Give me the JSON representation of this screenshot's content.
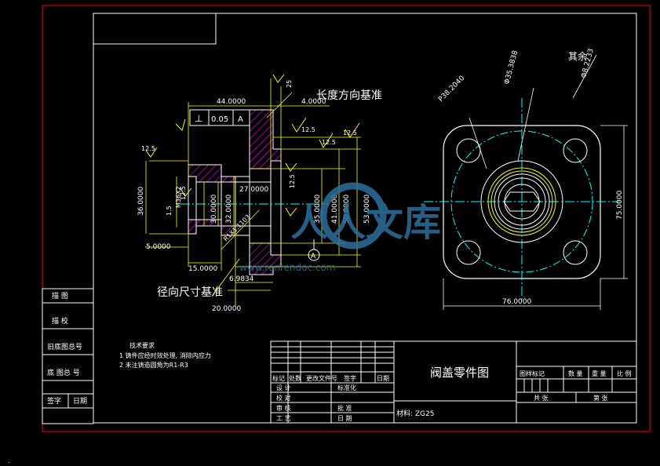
{
  "colors": {
    "background": "#000000",
    "border_red": "#ff0000",
    "line_white": "#ffffff",
    "dim_yellow": "#ffff00",
    "center_cyan": "#00ffff",
    "hatch_magenta": "#ff00ff",
    "green": "#00ff00",
    "watermark_blue": "#2d6f9e"
  },
  "title_block": {
    "part_name": "阀盖零件图",
    "material": "材料: ZG25",
    "revision_header": [
      "标记",
      "处数",
      "更改文件号",
      "签字",
      "日期"
    ],
    "rows": [
      {
        "left": "设 计",
        "mid": "标准化"
      },
      {
        "left": "校 对",
        "mid": ""
      },
      {
        "left": "审 核",
        "mid": "批 准"
      },
      {
        "left": "工 艺",
        "mid": "日 期"
      }
    ],
    "stage_header": [
      "图样标记",
      "数 量",
      "重 量",
      "比 例"
    ],
    "sheet": [
      "共  张",
      "第  张"
    ]
  },
  "left_strip": {
    "cells": [
      "描  图",
      "描  校",
      "旧底图总号",
      "底 图总 号",
      "签字",
      "日期"
    ]
  },
  "tech_requirements": {
    "title": "技术要求",
    "lines": [
      "1  铸件应经时效处理, 消除内应力",
      "2  未注铸造圆角为R1-R3"
    ]
  },
  "annotations": {
    "length_datum": "长度方向基准",
    "radial_datum": "径向尺寸基准",
    "rest": "其余",
    "section_mark": "A"
  },
  "tolerance_frame": {
    "symbol": "⊥",
    "value": "0.05",
    "datum": "A"
  },
  "dimensions": {
    "d44": "44.0000",
    "d4": "4.0000",
    "d36": "36.0000",
    "d30": "30.0000",
    "d32": "32.0000",
    "d27": "27.0000",
    "d35": "35.0000",
    "d41": "41.0000",
    "d50": "50.0000",
    "d53": "53.0000",
    "d5": "5.0000",
    "d15": "15.0000",
    "d6": "6.9834",
    "d20": "20.0000",
    "d75": "75.0000",
    "d76": "76.0000",
    "r12a": "12.5",
    "r12b": "12.5",
    "r12c": "12.5",
    "r12d": "12.5",
    "r12e": "12.5",
    "r12f": "12.5",
    "r25": "25",
    "r15": "1.5",
    "thread": "M36X2",
    "thread2": "R1X1.1103",
    "pcd1": "P38.2040",
    "pcd2": "Φ35.3838",
    "pcd3": "Φ8.2233"
  },
  "watermark": {
    "text": "人人文库",
    "url": "www.renrendoc.com"
  }
}
